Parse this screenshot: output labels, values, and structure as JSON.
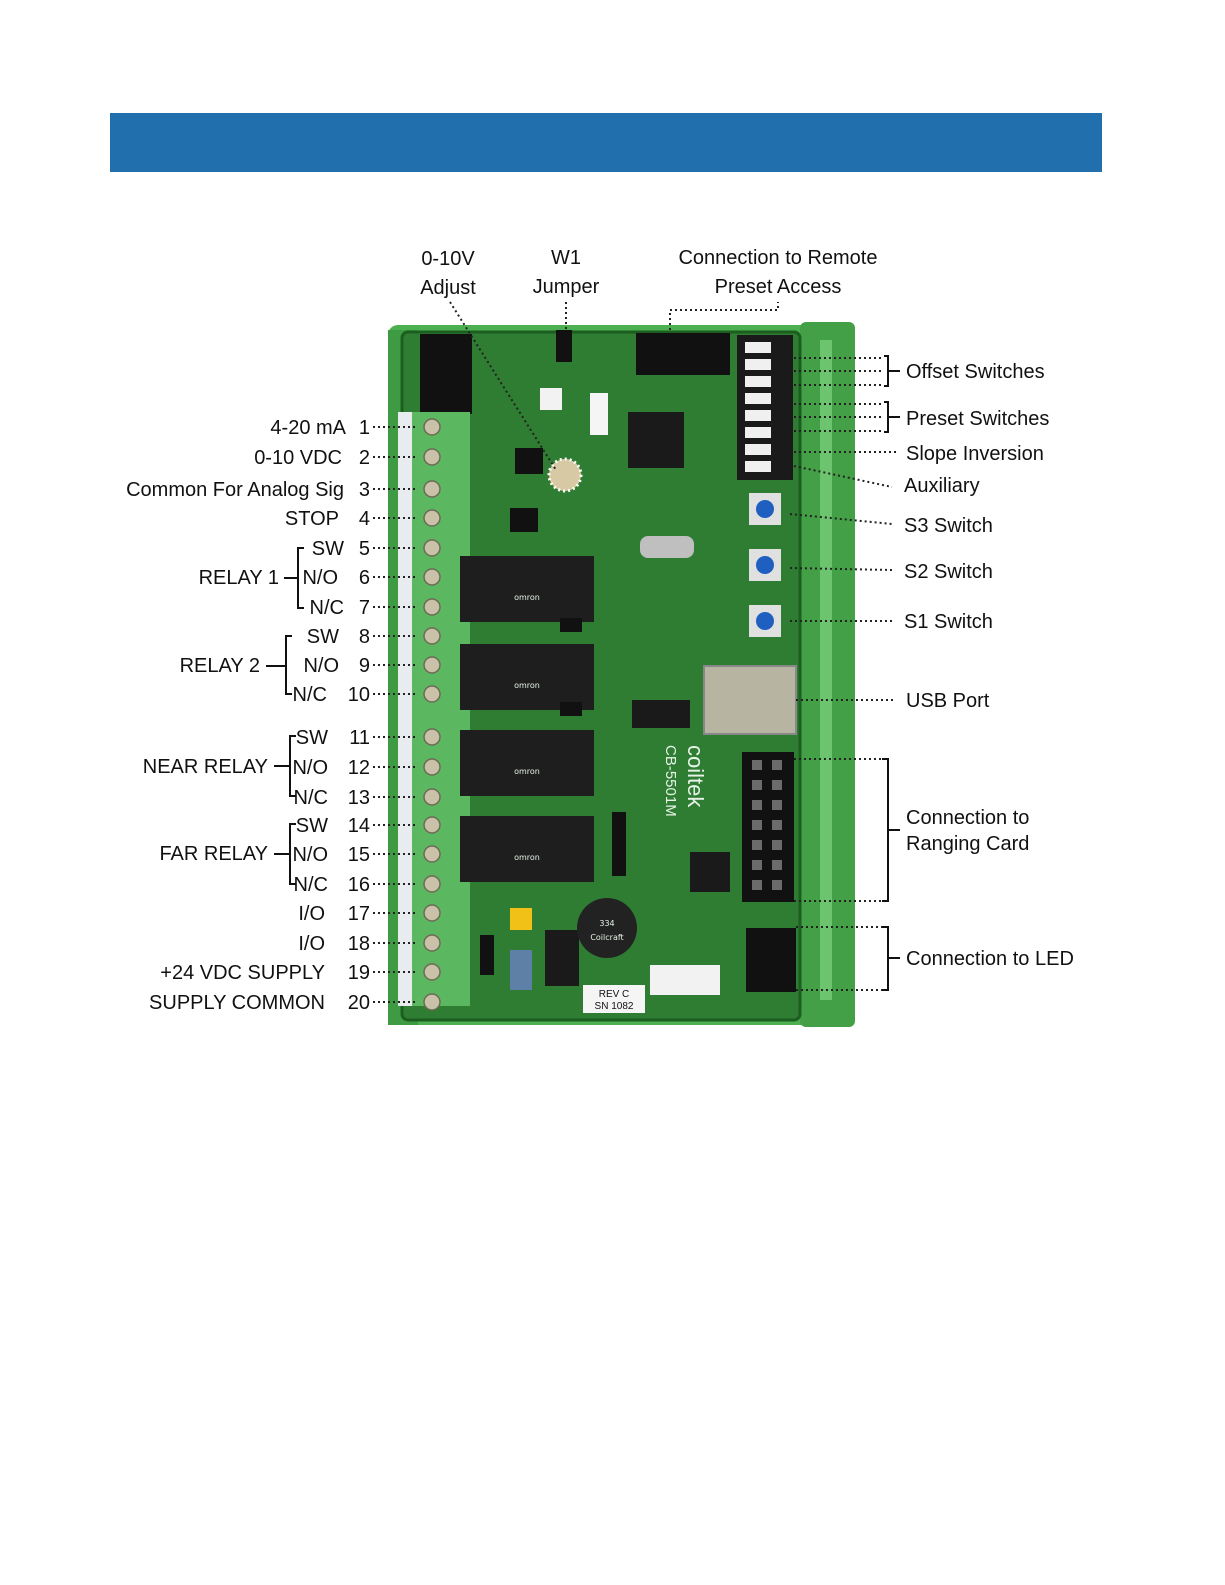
{
  "colors": {
    "banner": "#2170ad",
    "pcb": "#2e7d32",
    "enclosure": "#4caf50",
    "text": "#111111"
  },
  "top_labels": {
    "adjust_line1": "0-10V",
    "adjust_line2": "Adjust",
    "jumper_line1": "W1",
    "jumper_line2": "Jumper",
    "remote_line1": "Connection to Remote",
    "remote_line2": "Preset Access"
  },
  "left_groups": {
    "relay1": "RELAY 1",
    "relay2": "RELAY 2",
    "near": "NEAR RELAY",
    "far": "FAR RELAY"
  },
  "terminals": [
    {
      "label": "4-20 mA",
      "num": "1"
    },
    {
      "label": "0-10 VDC",
      "num": "2"
    },
    {
      "label": "Common For Analog Sig",
      "num": "3"
    },
    {
      "label": "STOP",
      "num": "4"
    },
    {
      "label": "SW",
      "num": "5"
    },
    {
      "label": "N/O",
      "num": "6"
    },
    {
      "label": "N/C",
      "num": "7"
    },
    {
      "label": "SW",
      "num": "8"
    },
    {
      "label": "N/O",
      "num": "9"
    },
    {
      "label": "N/C",
      "num": "10"
    },
    {
      "label": "SW",
      "num": "11"
    },
    {
      "label": "N/O",
      "num": "12"
    },
    {
      "label": "N/C",
      "num": "13"
    },
    {
      "label": "SW",
      "num": "14"
    },
    {
      "label": "N/O",
      "num": "15"
    },
    {
      "label": "N/C",
      "num": "16"
    },
    {
      "label": "I/O",
      "num": "17"
    },
    {
      "label": "I/O",
      "num": "18"
    },
    {
      "label": "+24 VDC SUPPLY",
      "num": "19"
    },
    {
      "label": "SUPPLY COMMON",
      "num": "20"
    }
  ],
  "right_labels": {
    "offset": "Offset Switches",
    "preset": "Preset Switches",
    "slope": "Slope Inversion",
    "aux": "Auxiliary",
    "s3": "S3 Switch",
    "s2": "S2 Switch",
    "s1": "S1 Switch",
    "usb": "USB Port",
    "ranging1": "Connection to",
    "ranging2": "Ranging Card",
    "led": "Connection to LED"
  },
  "board": {
    "brand": "coiltek",
    "model": "CB-5501M",
    "rev": "REV C",
    "serial": "SN 1082",
    "inductor": "334",
    "inductor_brand": "Coilcraft",
    "relay_mark": "omron"
  }
}
